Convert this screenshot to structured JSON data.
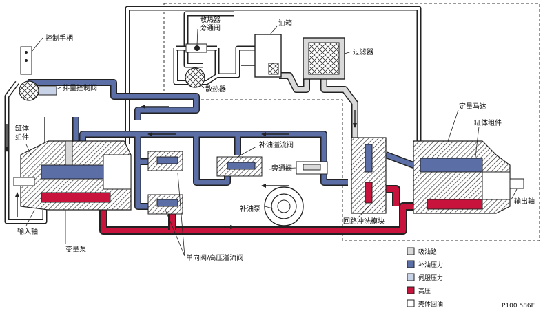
{
  "labels": {
    "control_handle": "控制手柄",
    "displacement_valve": "排量控制阀",
    "cylinder_assembly_left": "缸体\n组件",
    "input_shaft": "输入轴",
    "variable_pump": "变量泵",
    "check_relief_valve": "单向阀/高压溢流阀",
    "charge_relief_valve": "补油溢流阀",
    "bypass_valve": "旁通阀",
    "charge_pump": "补油泵",
    "flush_block": "回路冲洗模块",
    "radiator_bypass_valve": "散热器\n旁通阀",
    "radiator": "散热器",
    "reservoir": "油箱",
    "filter": "过滤器",
    "fixed_motor": "定量马达",
    "cylinder_assembly_right": "缸体组件",
    "output_shaft": "输出轴"
  },
  "legend": [
    {
      "label": "吸油路",
      "color": "#d9d9d9"
    },
    {
      "label": "补油压力",
      "color": "#5b6fa6"
    },
    {
      "label": "伺服压力",
      "color": "#c9d3e8"
    },
    {
      "label": "高压",
      "color": "#c8143c"
    },
    {
      "label": "壳体回油",
      "color": "#ffffff"
    }
  ],
  "figure_code": "P100 586E",
  "colors": {
    "suction": "#d9d9d9",
    "charge": "#5b6fa6",
    "servo": "#c9d3e8",
    "high": "#c8143c",
    "case": "#ffffff",
    "line": "#222222"
  }
}
